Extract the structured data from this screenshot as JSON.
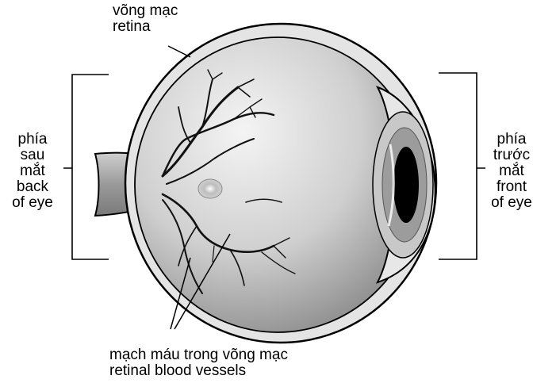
{
  "labels": {
    "retina": {
      "vi": "võng mạc",
      "en": "retina"
    },
    "back_of_eye": {
      "vi_line1": "phía",
      "vi_line2": "sau",
      "vi_line3": "mắt",
      "en_line1": "back",
      "en_line2": "of eye"
    },
    "front_of_eye": {
      "vi_line1": "phía",
      "vi_line2": "trước",
      "vi_line3": "mắt",
      "en_line1": "front",
      "en_line2": "of eye"
    },
    "blood_vessels": {
      "vi": "mạch máu trong võng mạc",
      "en": "retinal blood vessels"
    }
  },
  "colors": {
    "ink": "#000000",
    "globe_light": "#f2f2f2",
    "globe_dark": "#8c8c8c",
    "sclera": "#d9d9d9"
  }
}
